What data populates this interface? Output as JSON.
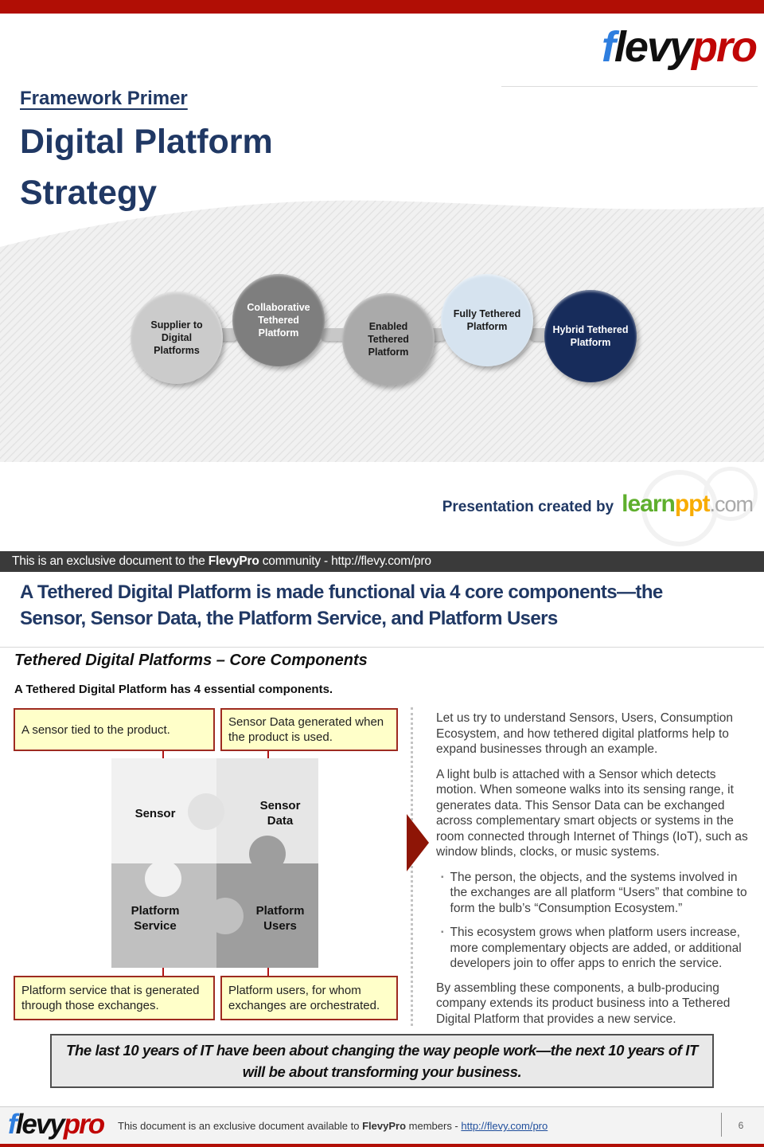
{
  "brand": {
    "f": "f",
    "levy": "levy",
    "pro": "pro"
  },
  "header": {
    "eyebrow": "Framework Primer",
    "title_lines": [
      "Digital Platform",
      "Strategy"
    ]
  },
  "banner": {
    "circles": [
      {
        "label": "Supplier to Digital Platforms"
      },
      {
        "label": "Collaborative Tethered Platform"
      },
      {
        "label": "Enabled Tethered Platform"
      },
      {
        "label": "Fully  Tethered Platform"
      },
      {
        "label": "Hybrid  Tethered Platform"
      }
    ]
  },
  "created_by": {
    "prefix": "Presentation created by",
    "learn": "learn",
    "ppt": "ppt",
    "com": ".com"
  },
  "exclusive_bar": {
    "pre": "This is an exclusive document to the ",
    "brand": "FlevyPro",
    "mid": " community - ",
    "url": "http://flevy.com/pro"
  },
  "headline_lines": [
    "A Tethered Digital Platform is made functional via 4 core components—the",
    "Sensor, Sensor Data, the Platform Service, and Platform Users"
  ],
  "section": {
    "title": "Tethered Digital Platforms – Core Components",
    "lead": "A Tethered Digital Platform has 4 essential components."
  },
  "diagram": {
    "callouts": [
      "A sensor tied to the product.",
      "Sensor Data generated when the product is used.",
      "Platform service that is generated through those exchanges.",
      "Platform users, for whom exchanges are orchestrated."
    ],
    "pieces": [
      "Sensor",
      "Sensor Data",
      "Platform Service",
      "Platform Users"
    ]
  },
  "body": {
    "bullet_char": "▪",
    "p1": "Let us try to understand Sensors, Users, Consumption Ecosystem, and how tethered digital platforms help to expand businesses through an example.",
    "p2": "A light bulb is attached with a Sensor which detects motion. When someone walks into its sensing range, it generates data. This Sensor Data can be exchanged across complementary smart objects or systems in the room connected through Internet of Things (IoT), such as window blinds, clocks, or music systems.",
    "bullets": [
      "The person, the objects, and the systems involved in the exchanges are all platform “Users” that combine to form the bulb’s “Consumption Ecosystem.”",
      "This ecosystem grows when platform users increase, more complementary objects are added, or additional developers join to offer apps to enrich the service."
    ],
    "p3": "By assembling these components, a bulb-producing company extends its product business into a Tethered Digital Platform that provides a new service."
  },
  "quote": "The last 10 years of IT have been about changing the way people work—the next 10 years of IT will be about transforming your business.",
  "footer": {
    "pre": "This document is an exclusive document available to ",
    "brand": "FlevyPro",
    "mid": " members - ",
    "link": "http://flevy.com/pro",
    "page": "6"
  },
  "colors": {
    "accent_red": "#B10E05",
    "navy": "#203864",
    "bar_dark": "#3A3A3A",
    "callout_bg": "#FFFFC9",
    "callout_border": "#9E2B20",
    "connector_red": "#B11414",
    "arrow_red": "#8E1506",
    "learn_green": "#5FAF2D",
    "ppt_orange": "#F8AC00",
    "circle_fills": [
      "#CBCBCB",
      "#7E7E7E",
      "#AAAAAA",
      "#D6E3EF",
      "#172C5B"
    ]
  }
}
